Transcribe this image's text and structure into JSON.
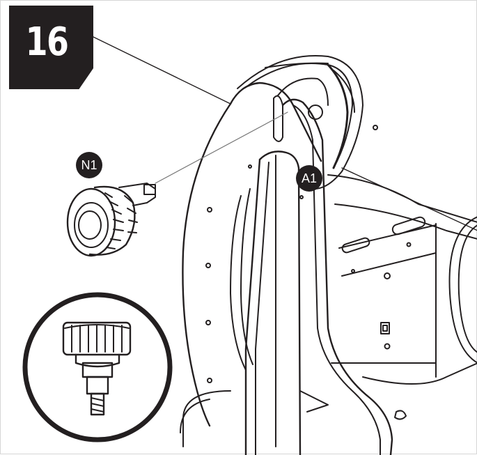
{
  "step": {
    "number": "16"
  },
  "callouts": {
    "knob": "N1",
    "bracket": "A1"
  },
  "colors": {
    "ink": "#231f20",
    "paper": "#ffffff",
    "border": "#d6d6d6"
  },
  "icons": {
    "knob": "knurled-knob-icon",
    "detail": "magnified-knob-icon"
  }
}
